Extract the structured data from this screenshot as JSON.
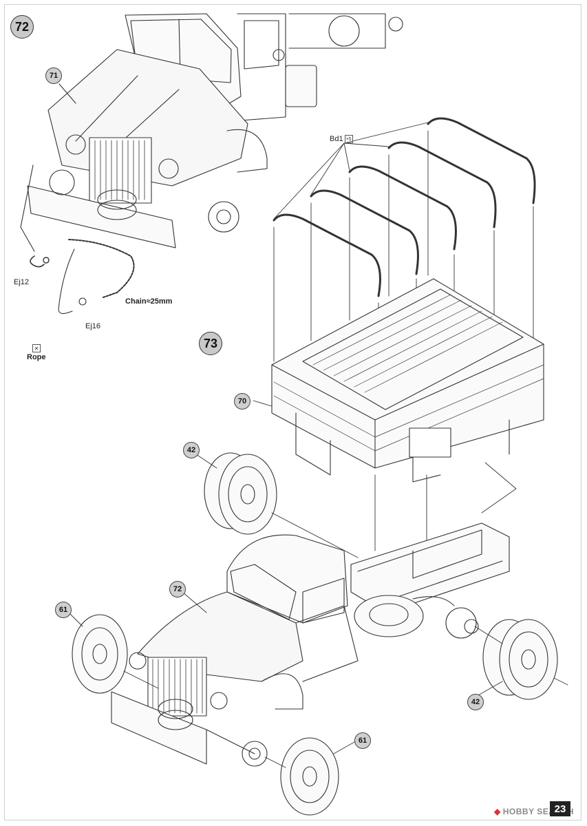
{
  "steps": {
    "step72": "72",
    "step73": "73"
  },
  "parts": {
    "p71": "71",
    "p70": "70",
    "p42_top": "42",
    "p72": "72",
    "p61_left": "61",
    "p42_right": "42",
    "p61_bottom": "61"
  },
  "labels": {
    "ej12": "Ej12",
    "ej16": "Ej16",
    "chain": "Chain≈25mm",
    "rope": "Rope",
    "bd1": "Bd1",
    "bd1_count": "×5"
  },
  "footer": {
    "page_number": "23",
    "watermark": "HOBBY SEARCH"
  },
  "colors": {
    "badge_fill": "#c9c9c9",
    "page_number_bg": "#222222",
    "line": "#333333"
  }
}
